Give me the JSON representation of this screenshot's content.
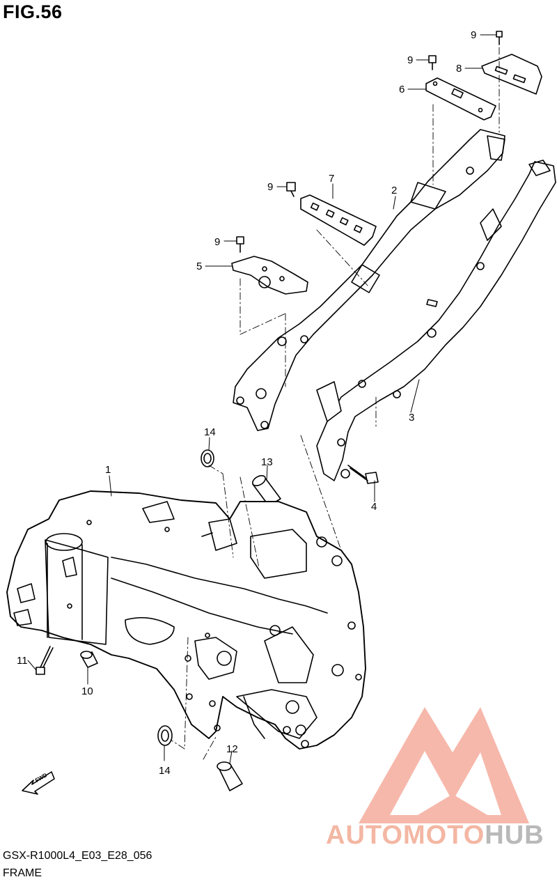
{
  "figure": {
    "title": "FIG.56",
    "code": "GSX-R1000L4_E03_E28_056",
    "caption": "FRAME",
    "fwd_label": "FWD"
  },
  "callouts": [
    {
      "label": "1"
    },
    {
      "label": "2"
    },
    {
      "label": "3"
    },
    {
      "label": "4"
    },
    {
      "label": "5"
    },
    {
      "label": "6"
    },
    {
      "label": "7"
    },
    {
      "label": "8"
    },
    {
      "label": "9"
    },
    {
      "label": "9"
    },
    {
      "label": "9"
    },
    {
      "label": "9"
    },
    {
      "label": "10"
    },
    {
      "label": "11"
    },
    {
      "label": "12"
    },
    {
      "label": "13"
    },
    {
      "label": "14"
    },
    {
      "label": "14"
    }
  ],
  "watermark": {
    "part1": "AUTOMOTO",
    "part2": "HUB",
    "color_accent": "#f3a08b",
    "color_gray": "#b9b9b9"
  }
}
